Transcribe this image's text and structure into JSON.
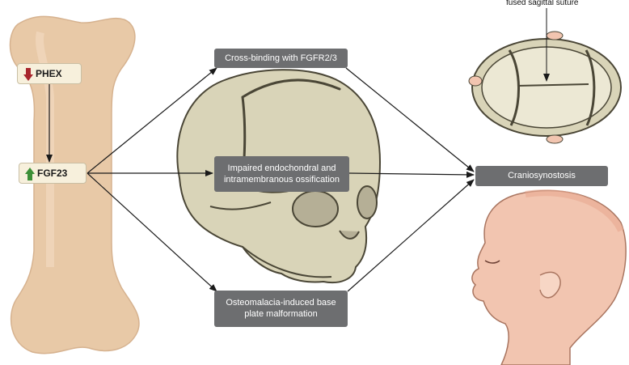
{
  "phex": {
    "label": "PHEX",
    "arrow": "down-arrow-icon",
    "arrow_color": "#a8262d"
  },
  "fgf23": {
    "label": "FGF23",
    "arrow": "up-arrow-icon",
    "arrow_color": "#3c8f37"
  },
  "mechanisms": {
    "cross_binding": "Cross-binding with FGFR2/3",
    "ossification_line1": "Impaired endochondral and",
    "ossification_line2": "intramembranous ossification",
    "base_plate_line1": "Osteomalacia-induced base",
    "base_plate_line2": "plate malformation"
  },
  "outcome": "Craniosynostosis",
  "skull_top_label": "fused sagittal suture",
  "colors": {
    "box_grey": "#6d6e70",
    "bone": "#e8c9a7",
    "skull": "#d9d4b8",
    "skin": "#f2c5b0"
  }
}
